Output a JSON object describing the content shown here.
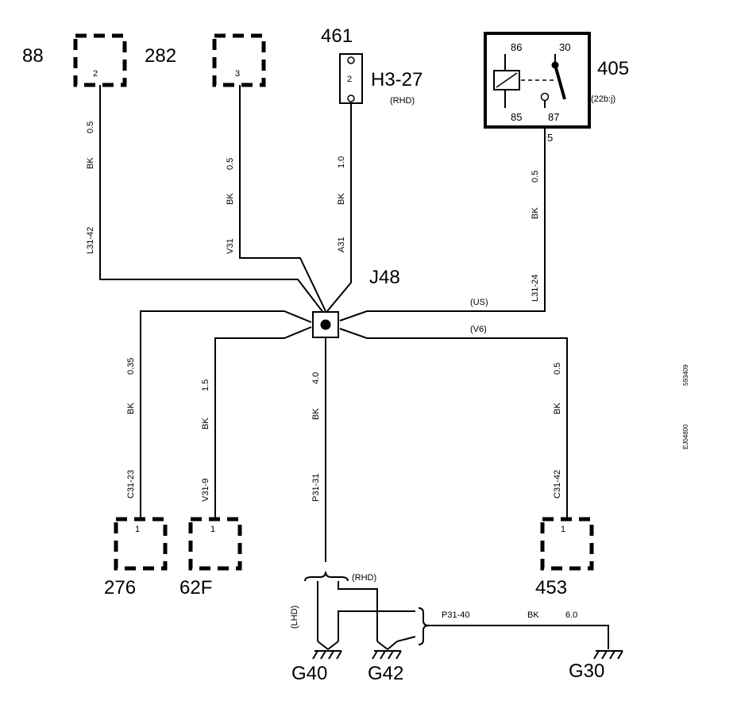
{
  "connectors": {
    "c88": {
      "code": "88",
      "pin": "2",
      "alt": "282"
    },
    "c282": {
      "pin": "3"
    },
    "c461": {
      "code": "461",
      "pin": "2",
      "name": "H3-27",
      "note": "(RHD)"
    },
    "c276": {
      "code": "276",
      "pin": "1"
    },
    "c62f": {
      "code": "62F",
      "pin": "1"
    },
    "c453": {
      "code": "453",
      "pin": "1"
    }
  },
  "relay": {
    "code": "405",
    "location": "(22b:j)",
    "pins": {
      "p86": "86",
      "p30": "30",
      "p85": "85",
      "p87": "87"
    },
    "out_pin": "5"
  },
  "splice": {
    "name": "J48",
    "variant_us": "(US)",
    "variant_v6": "(V6)"
  },
  "wires": {
    "w1": {
      "size": "0.5",
      "color": "BK",
      "circuit": "L31-42"
    },
    "w2": {
      "size": "0.5",
      "color": "BK",
      "circuit": "V31"
    },
    "w3": {
      "size": "1.0",
      "color": "BK",
      "circuit": "A31"
    },
    "w4": {
      "size": "0.5",
      "color": "BK",
      "circuit": "L31-24"
    },
    "w5": {
      "size": "0.35",
      "color": "BK",
      "circuit": "C31-23"
    },
    "w6": {
      "size": "1.5",
      "color": "BK",
      "circuit": "V31-9"
    },
    "w7": {
      "size": "4.0",
      "color": "BK",
      "circuit": "P31-31"
    },
    "w8": {
      "size": "0.5",
      "color": "BK",
      "circuit": "C31-42"
    },
    "w9": {
      "circuit": "P31-40",
      "color": "BK",
      "size": "6.0"
    }
  },
  "grounds": {
    "g40": "G40",
    "g42": "G42",
    "g30": "G30",
    "rhd": "(RHD)",
    "lhd": "(LHD)"
  },
  "side_codes": {
    "code1": "593409",
    "code2": "EJ04800"
  }
}
